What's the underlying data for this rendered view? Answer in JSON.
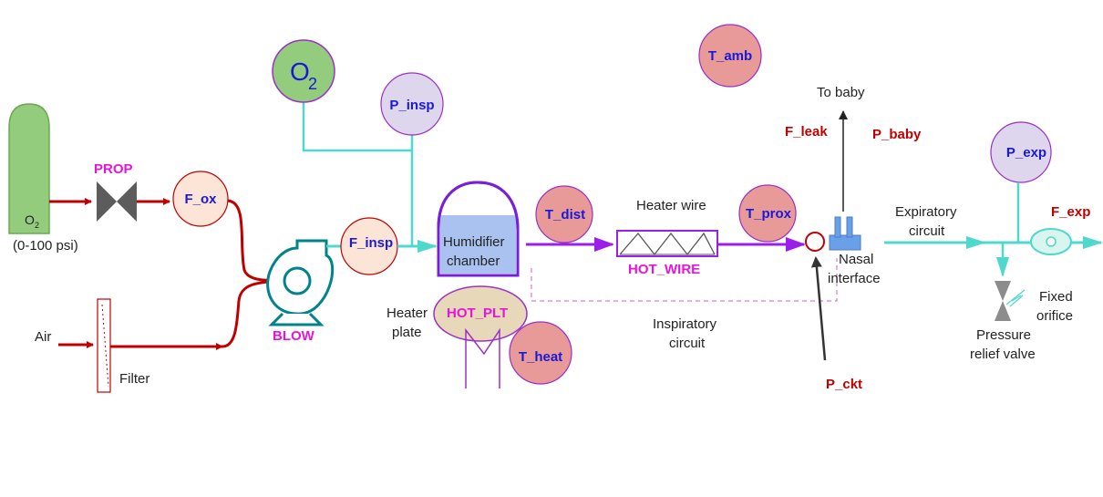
{
  "colors": {
    "red_flow": "#c00000",
    "teal_flow": "#4fd8cc",
    "purple_flow": "#9b1fe8",
    "magenta_label": "#e815d8",
    "dark_red_label": "#c00000",
    "blue_label": "#1a1ad6",
    "sensor_peach": "#fce4d6",
    "sensor_lilac": "#ded6ec",
    "sensor_rose": "#e89a98",
    "oxygen_green": "#93cc7c",
    "water_blue": "#a9c2f0",
    "plate_tan": "#e6d8b8"
  },
  "sources": {
    "o2_cylinder_label": "O",
    "o2_cylinder_subscript": "2",
    "o2_pressure": "(0-100 psi)",
    "air_label": "Air",
    "filter_label": "Filter"
  },
  "components": {
    "prop": "PROP",
    "blow": "BLOW",
    "humidifier_line1": "Humidifier",
    "humidifier_line2": "chamber",
    "heater_plate_line1": "Heater",
    "heater_plate_line2": "plate",
    "hot_plt": "HOT_PLT",
    "heater_wire": "Heater wire",
    "hot_wire": "HOT_WIRE",
    "nasal_line1": "Nasal",
    "nasal_line2": "interface",
    "to_baby": "To baby",
    "inspiratory_line1": "Inspiratory",
    "inspiratory_line2": "circuit",
    "expiratory_line1": "Expiratory",
    "expiratory_line2": "circuit",
    "fixed_orifice_line1": "Fixed",
    "fixed_orifice_line2": "orifice",
    "relief_line1": "Pressure",
    "relief_line2": "relief valve"
  },
  "sensors": {
    "o2_big": "O",
    "o2_big_sub": "2",
    "f_ox": "F_ox",
    "f_insp": "F_insp",
    "p_insp": "P_insp",
    "t_dist": "T_dist",
    "t_prox": "T_prox",
    "t_heat": "T_heat",
    "t_amb": "T_amb",
    "p_exp": "P_exp"
  },
  "signals": {
    "f_leak": "F_leak",
    "p_baby": "P_baby",
    "p_ckt": "P_ckt",
    "f_exp": "F_exp"
  }
}
